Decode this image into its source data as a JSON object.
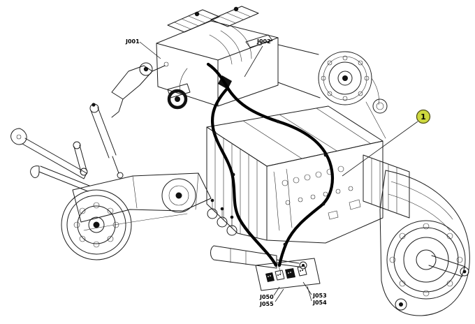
{
  "diagram": {
    "description": "Isometric tractor powertrain line drawing with bold wiring-harness routing, connector callouts and one highlighted item balloon",
    "labels": {
      "j001": "J001",
      "j002": "J002",
      "j050": "J050",
      "j055": "J055",
      "j053": "J053",
      "j054": "J054"
    },
    "callout": {
      "label": "1",
      "fill": "#cdd83e",
      "stroke": "#50501a"
    },
    "colors": {
      "background": "#ffffff",
      "line": "#1c1c1c",
      "harness": "#000000"
    }
  }
}
